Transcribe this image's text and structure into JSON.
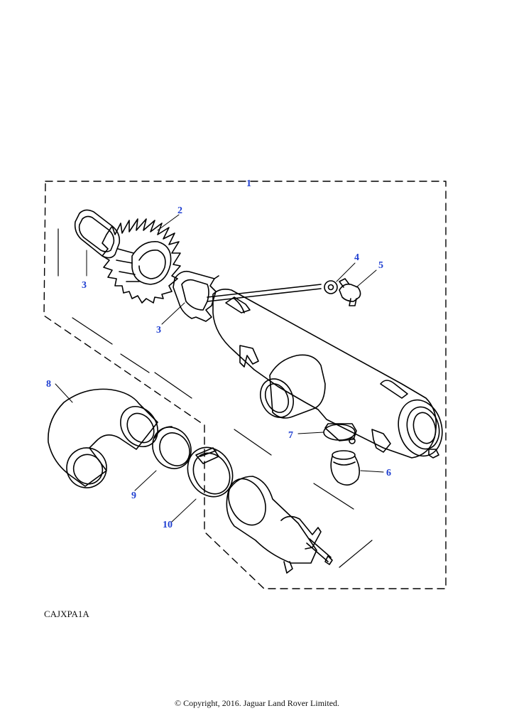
{
  "colors": {
    "callout": "#1f3fd1",
    "line": "#000000",
    "background": "#ffffff"
  },
  "callouts": {
    "c1": "1",
    "c2": "2",
    "c3a": "3",
    "c3b": "3",
    "c4": "4",
    "c5": "5",
    "c6": "6",
    "c7": "7",
    "c8": "8",
    "c9": "9",
    "c10": "10"
  },
  "reference_code": "CAJXPA1A",
  "copyright": "© Copyright, 2016. Jaguar Land Rover Limited."
}
